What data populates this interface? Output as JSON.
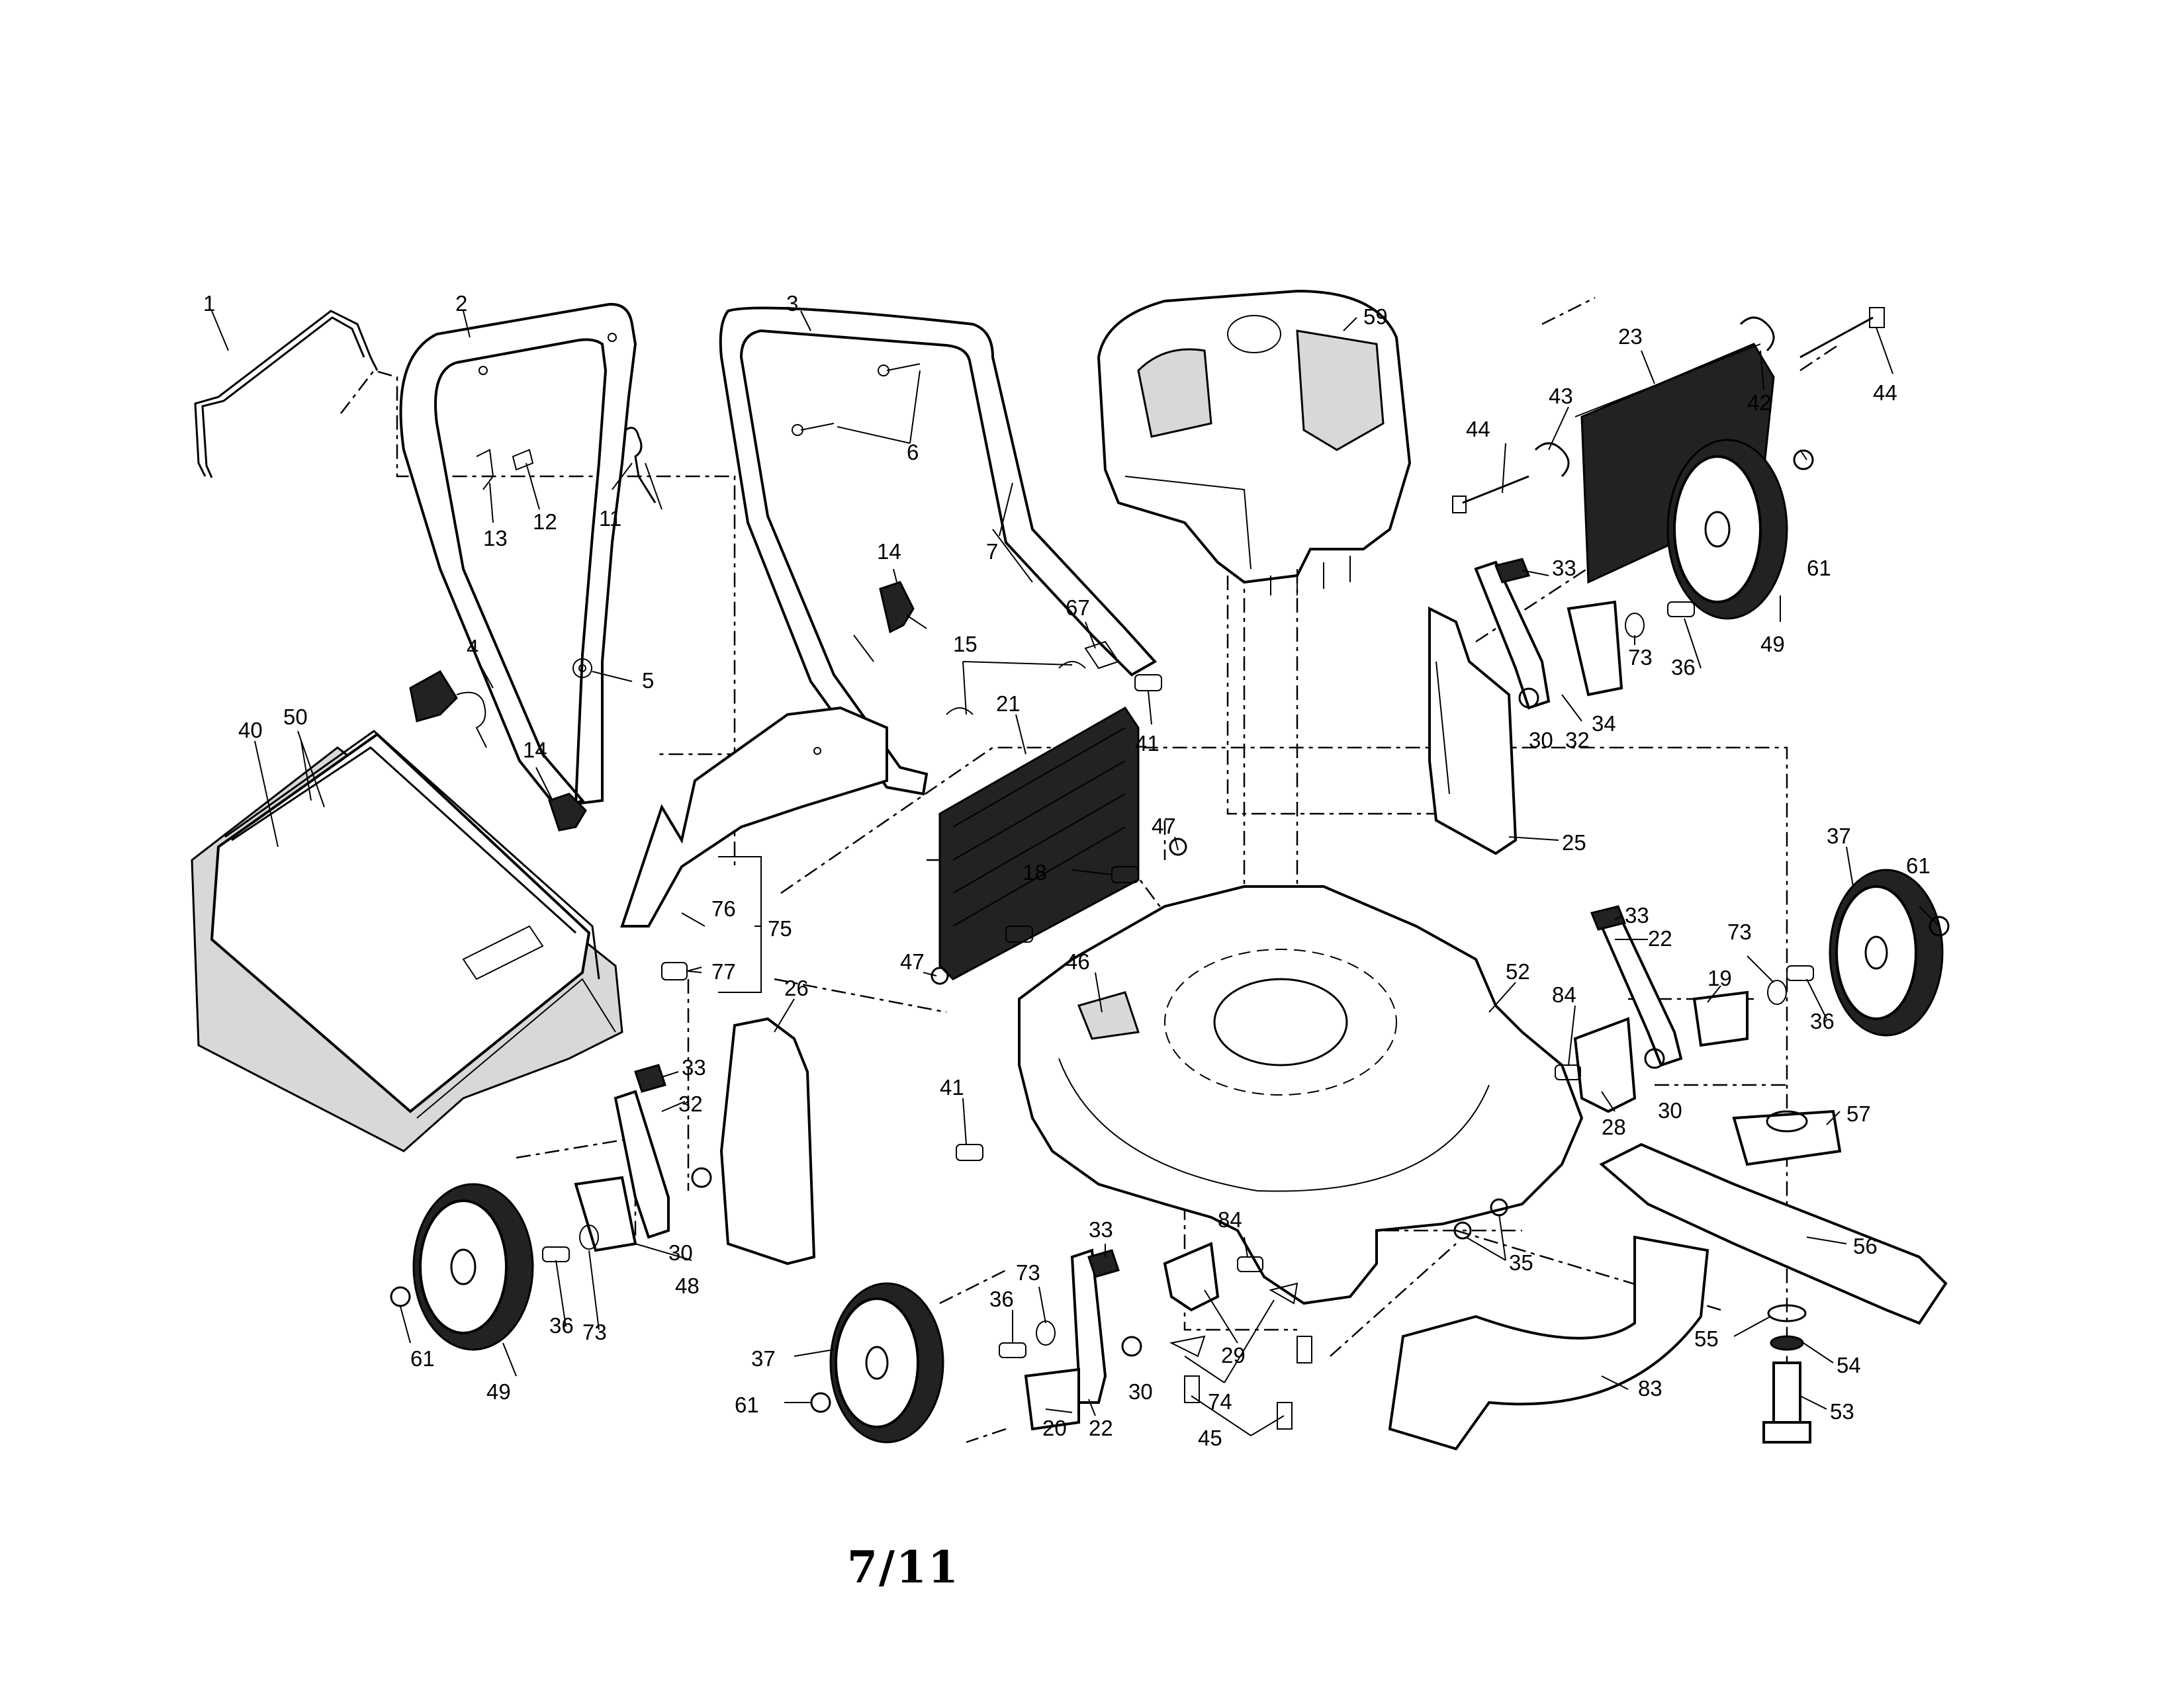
{
  "colors": {
    "ink": "#000000",
    "paper": "#ffffff"
  },
  "page": {
    "number": "7/11"
  },
  "callouts": [
    {
      "id": "c1",
      "text": "1"
    },
    {
      "id": "c2",
      "text": "2"
    },
    {
      "id": "c3",
      "text": "3"
    },
    {
      "id": "c4",
      "text": "4"
    },
    {
      "id": "c5",
      "text": "5"
    },
    {
      "id": "c6",
      "text": "6"
    },
    {
      "id": "c7a",
      "text": "7"
    },
    {
      "id": "c11",
      "text": "11"
    },
    {
      "id": "c12",
      "text": "12"
    },
    {
      "id": "c13",
      "text": "13"
    },
    {
      "id": "c14a",
      "text": "14"
    },
    {
      "id": "c14b",
      "text": "14"
    },
    {
      "id": "c15",
      "text": "15"
    },
    {
      "id": "c18",
      "text": "18"
    },
    {
      "id": "c19",
      "text": "19"
    },
    {
      "id": "c20",
      "text": "20"
    },
    {
      "id": "c21",
      "text": "21"
    },
    {
      "id": "c22a",
      "text": "22"
    },
    {
      "id": "c22b",
      "text": "22"
    },
    {
      "id": "c23",
      "text": "23"
    },
    {
      "id": "c25",
      "text": "25"
    },
    {
      "id": "c26",
      "text": "26"
    },
    {
      "id": "c28",
      "text": "28"
    },
    {
      "id": "c29",
      "text": "29"
    },
    {
      "id": "c30a",
      "text": "30"
    },
    {
      "id": "c30b",
      "text": "30"
    },
    {
      "id": "c30c",
      "text": "30"
    },
    {
      "id": "c30d",
      "text": "30"
    },
    {
      "id": "c32a",
      "text": "32"
    },
    {
      "id": "c32b",
      "text": "32"
    },
    {
      "id": "c33a",
      "text": "33"
    },
    {
      "id": "c33b",
      "text": "33"
    },
    {
      "id": "c33c",
      "text": "33"
    },
    {
      "id": "c33d",
      "text": "33"
    },
    {
      "id": "c34",
      "text": "34"
    },
    {
      "id": "c35",
      "text": "35"
    },
    {
      "id": "c36a",
      "text": "36"
    },
    {
      "id": "c36b",
      "text": "36"
    },
    {
      "id": "c36c",
      "text": "36"
    },
    {
      "id": "c36d",
      "text": "36"
    },
    {
      "id": "c37a",
      "text": "37"
    },
    {
      "id": "c37b",
      "text": "37"
    },
    {
      "id": "c40",
      "text": "40"
    },
    {
      "id": "c41a",
      "text": "41"
    },
    {
      "id": "c41b",
      "text": "41"
    },
    {
      "id": "c42",
      "text": "42"
    },
    {
      "id": "c43",
      "text": "43"
    },
    {
      "id": "c44a",
      "text": "44"
    },
    {
      "id": "c44b",
      "text": "44"
    },
    {
      "id": "c45",
      "text": "45"
    },
    {
      "id": "c46",
      "text": "46"
    },
    {
      "id": "c47a",
      "text": "47"
    },
    {
      "id": "c47b",
      "text": "47"
    },
    {
      "id": "c48",
      "text": "48"
    },
    {
      "id": "c49a",
      "text": "49"
    },
    {
      "id": "c49b",
      "text": "49"
    },
    {
      "id": "c50",
      "text": "50"
    },
    {
      "id": "c52",
      "text": "52"
    },
    {
      "id": "c53",
      "text": "53"
    },
    {
      "id": "c54",
      "text": "54"
    },
    {
      "id": "c55",
      "text": "55"
    },
    {
      "id": "c56",
      "text": "56"
    },
    {
      "id": "c57",
      "text": "57"
    },
    {
      "id": "c59",
      "text": "59"
    },
    {
      "id": "c61a",
      "text": "61"
    },
    {
      "id": "c61b",
      "text": "61"
    },
    {
      "id": "c61c",
      "text": "61"
    },
    {
      "id": "c61d",
      "text": "61"
    },
    {
      "id": "c67",
      "text": "67"
    },
    {
      "id": "c73a",
      "text": "73"
    },
    {
      "id": "c73b",
      "text": "73"
    },
    {
      "id": "c73c",
      "text": "73"
    },
    {
      "id": "c73d",
      "text": "73"
    },
    {
      "id": "c74",
      "text": "74"
    },
    {
      "id": "c75",
      "text": "75"
    },
    {
      "id": "c76",
      "text": "76"
    },
    {
      "id": "c77",
      "text": "77"
    },
    {
      "id": "c83",
      "text": "83"
    },
    {
      "id": "c84a",
      "text": "84"
    },
    {
      "id": "c84b",
      "text": "84"
    }
  ]
}
